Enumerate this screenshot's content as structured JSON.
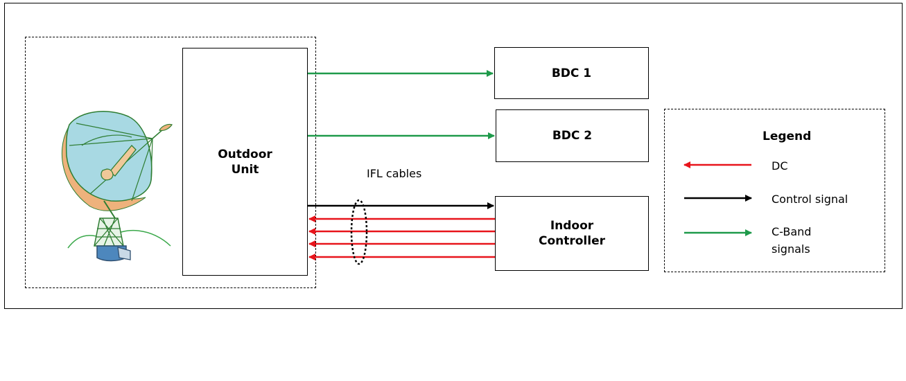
{
  "outdoor_unit": {
    "line1": "Outdoor",
    "line2": "Unit"
  },
  "bdc1": {
    "label": "BDC 1"
  },
  "bdc2": {
    "label": "BDC 2"
  },
  "indoor_controller": {
    "line1": "Indoor",
    "line2": "Controller"
  },
  "ifl_label": "IFL cables",
  "legend": {
    "title": "Legend",
    "items": [
      {
        "label": "DC",
        "color": "#e8141b",
        "direction": "left"
      },
      {
        "label": "Control signal",
        "color": "#000000",
        "direction": "right"
      },
      {
        "label_line1": "C-Band",
        "label_line2": "signals",
        "color": "#1e9a4a",
        "direction": "right"
      }
    ]
  },
  "colors": {
    "dc": "#e8141b",
    "control": "#000000",
    "cband": "#1e9a4a"
  },
  "icons": {
    "dish": "satellite-dish-icon"
  }
}
